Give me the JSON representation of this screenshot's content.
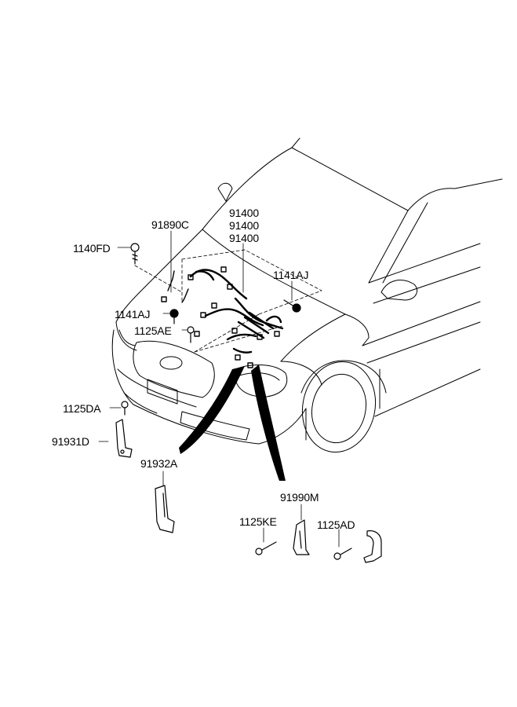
{
  "diagram": {
    "part_labels": {
      "p91890C": "91890C",
      "p91400_a": "91400",
      "p91400_b": "91400",
      "p91400_c": "91400",
      "p1140FD": "1140FD",
      "p1141AJ_right": "1141AJ",
      "p1141AJ_left": "1141AJ",
      "p1125AE": "1125AE",
      "p1125DA": "1125DA",
      "p91931D": "91931D",
      "p91932A": "91932A",
      "p91990M": "91990M",
      "p1125KE": "1125KE",
      "p1125AD": "1125AD"
    }
  }
}
